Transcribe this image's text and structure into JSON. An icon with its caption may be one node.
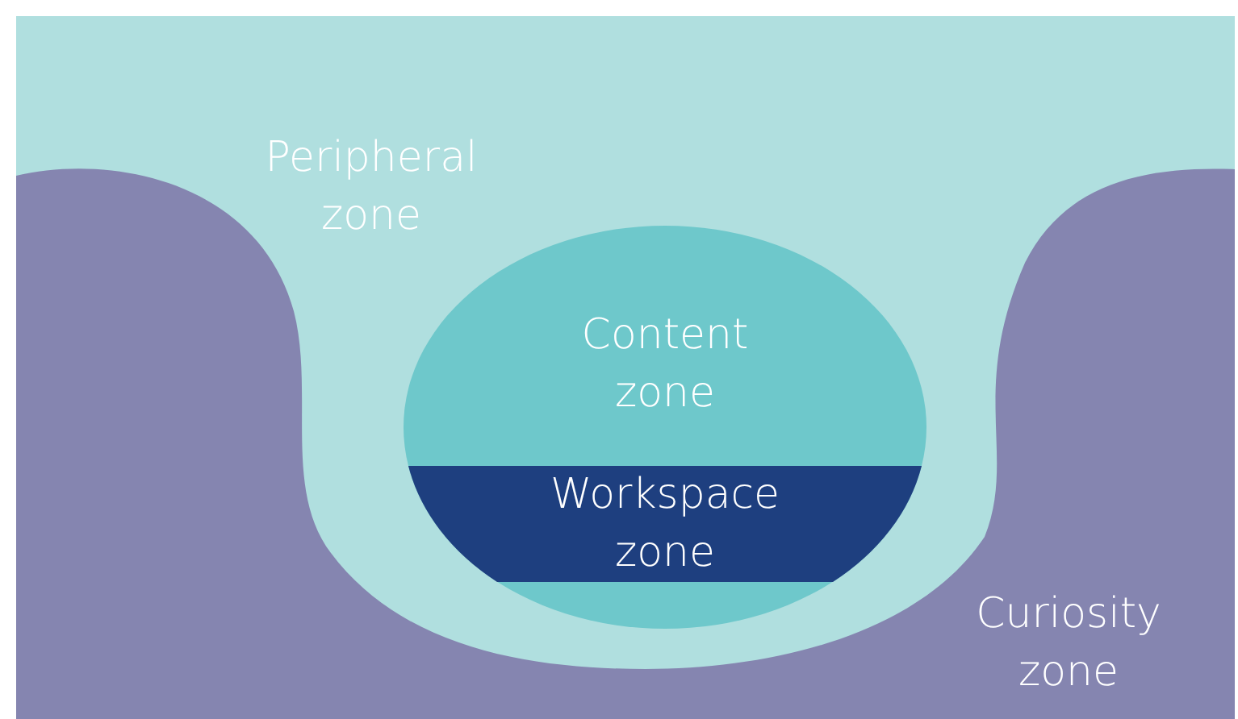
{
  "diagram": {
    "nodes": [
      {
        "text": [
          "Peripheral zone"
        ]
      },
      {
        "text": [
          "Content zone"
        ],
        "in": 0
      },
      {
        "text": [
          "Workspace zone"
        ],
        "in": 1
      },
      {
        "text": [
          "Curiosity zone"
        ],
        "in": 0
      }
    ]
  }
}
